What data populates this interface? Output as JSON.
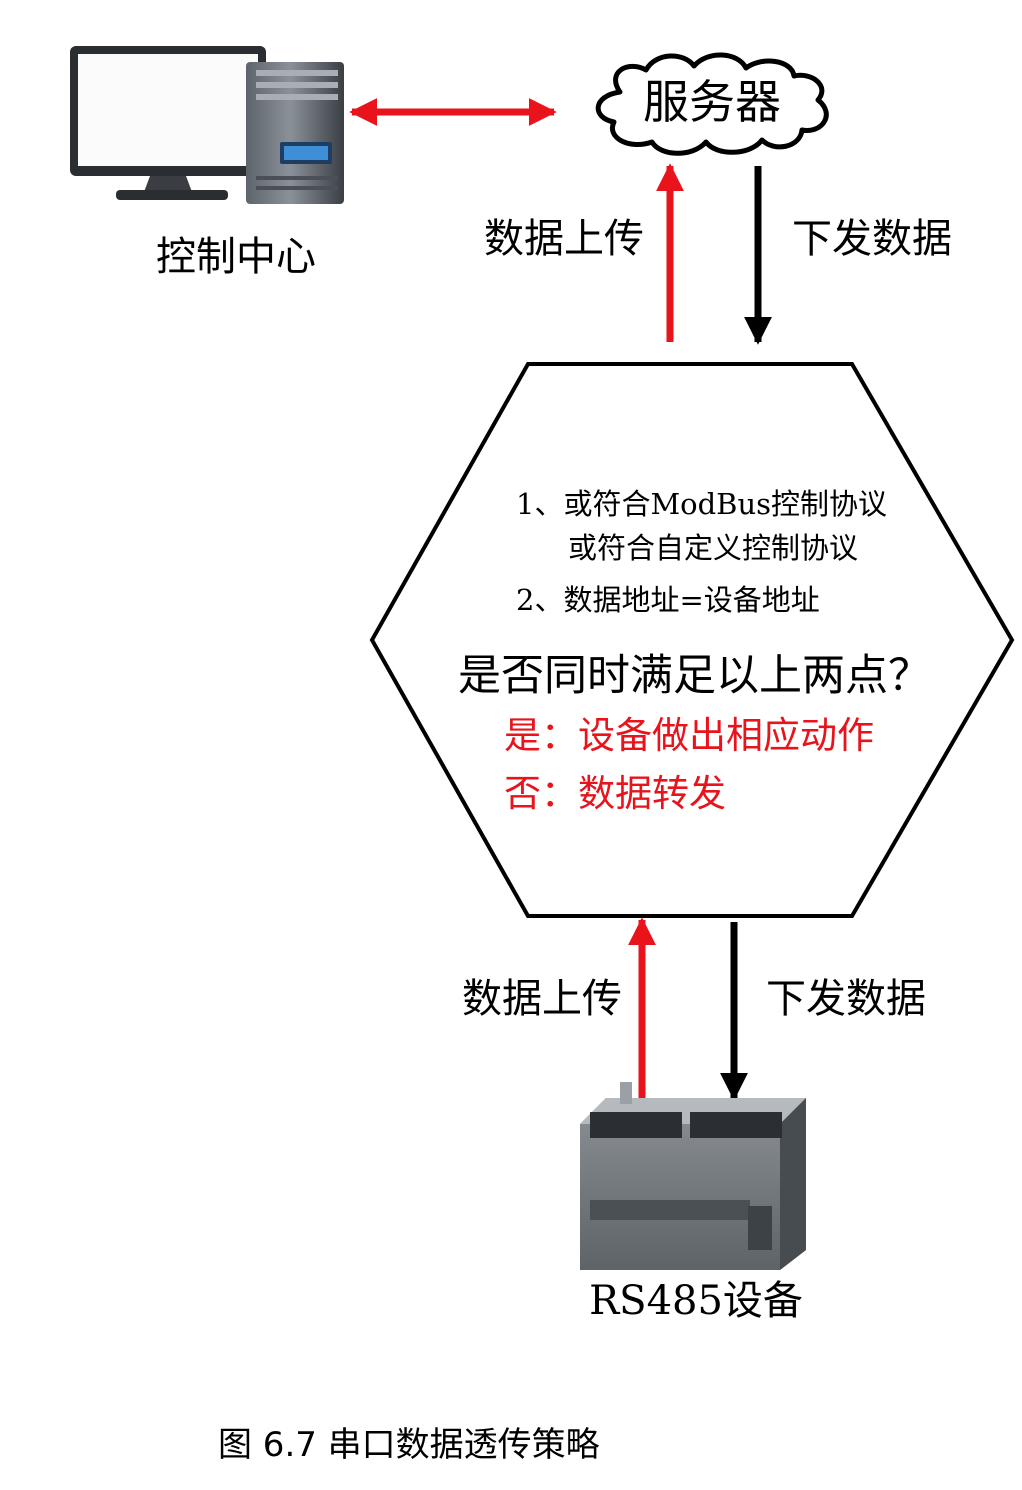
{
  "nodes": {
    "control_center": {
      "label": "控制中心"
    },
    "server": {
      "label": "服务器"
    },
    "device": {
      "label": "RS485设备"
    }
  },
  "edges": {
    "upload_top": {
      "label": "数据上传"
    },
    "download_top": {
      "label": "下发数据"
    },
    "upload_bottom": {
      "label": "数据上传"
    },
    "download_bottom": {
      "label": "下发数据"
    }
  },
  "decision": {
    "condition_1a": "1、或符合ModBus控制协议",
    "condition_1b": "或符合自定义控制协议",
    "condition_2": "2、数据地址=设备地址",
    "question": "是否同时满足以上两点？",
    "yes": "是：设备做出相应动作",
    "no": "否：数据转发"
  },
  "caption": "图 6.7 串口数据透传策略",
  "colors": {
    "arrow_red": "#e8131b",
    "arrow_black": "#000000",
    "answer_text": "#e8131b"
  }
}
